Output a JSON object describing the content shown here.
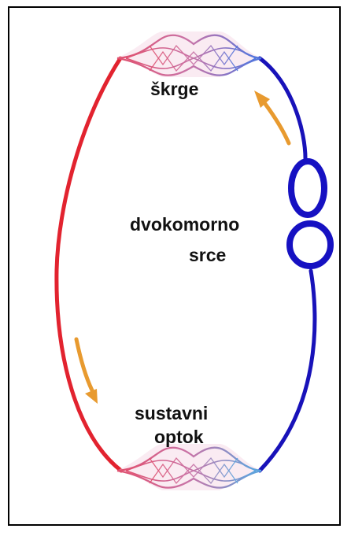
{
  "labels": {
    "gills": "škrge",
    "heart_line1": "dvokomorno",
    "heart_line2": "srce",
    "systemic_line1": "sustavni",
    "systemic_line2": "optok"
  },
  "colors": {
    "oxygenated": "#e2232f",
    "deoxygenated": "#1512b8",
    "arrow": "#e89a2f",
    "capillary_red": "#e06078",
    "capillary_blue": "#5a7fe0",
    "capillary_pink": "#c873a7"
  },
  "icons": {
    "flow_arrow": "arrow-icon",
    "heart": "heart-icon"
  }
}
